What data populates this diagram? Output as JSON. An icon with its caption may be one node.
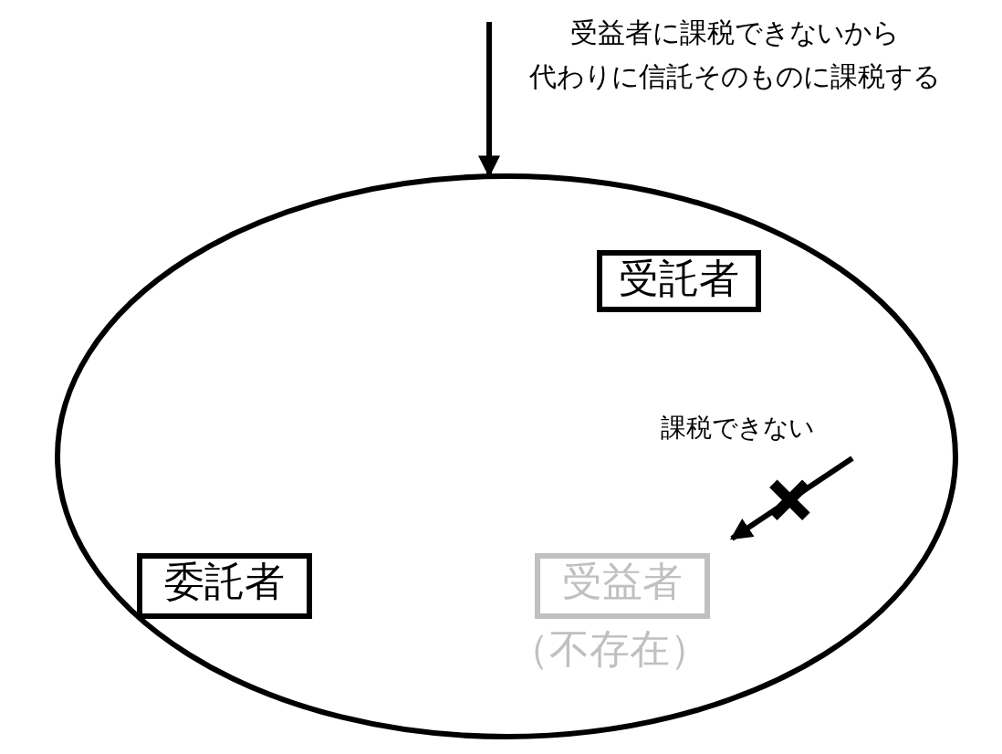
{
  "diagram": {
    "nodes": [
      {
        "text": [],
        "shape": "ellipse"
      },
      {
        "text": [
          "受託者"
        ],
        "in": 0
      },
      {
        "text": [
          "委託者"
        ],
        "in": 0
      },
      {
        "text": [
          "受益者"
        ],
        "in": 0,
        "beside": [
          "（不存在）"
        ]
      }
    ],
    "edges": [
      {
        "from": null,
        "to": 0,
        "arrow": "to",
        "label": "受益者に課税できないから代わりに信託そのものに課税する"
      },
      {
        "from": null,
        "to": 3,
        "arrow": "to",
        "label": "課税できない"
      }
    ]
  }
}
